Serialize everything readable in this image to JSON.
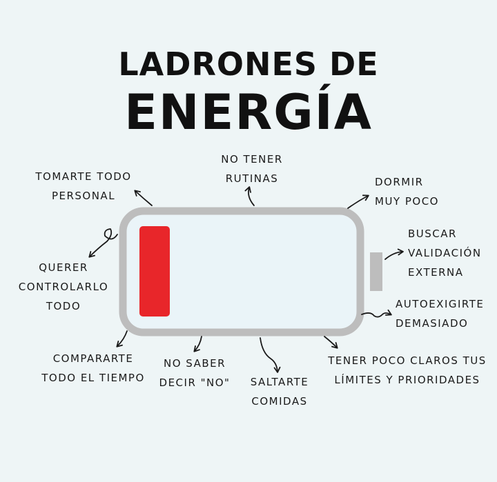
{
  "title": {
    "line1": "LADRONES DE",
    "line2": "ENERGÍA"
  },
  "battery": {
    "charge_level": 0.15,
    "shell_color": "#bdbdbd",
    "charge_color": "#e8262a"
  },
  "thieves": {
    "tomarte_personal": "TOMARTE TODO\nPERSONAL",
    "no_tener_rutinas": "NO TENER\nRUTINAS",
    "dormir_poco": "DORMIR\nMUY POCO",
    "buscar_validacion": "BUSCAR\nVALIDACIÓN\nEXTERNA",
    "querer_controlar": "QUERER\nCONTROLARLO\nTODO",
    "autoexigirte": "AUTOEXIGIRTE\nDEMASIADO",
    "compararte": "COMPARARTE\nTODO EL TIEMPO",
    "no_saber_decir_no": "NO SABER\nDECIR \"NO\"",
    "saltarte_comidas": "SALTARTE\nCOMIDAS",
    "tener_poco_claros": "TENER POCO CLAROS TUS\nLÍMITES Y PRIORIDADES"
  }
}
